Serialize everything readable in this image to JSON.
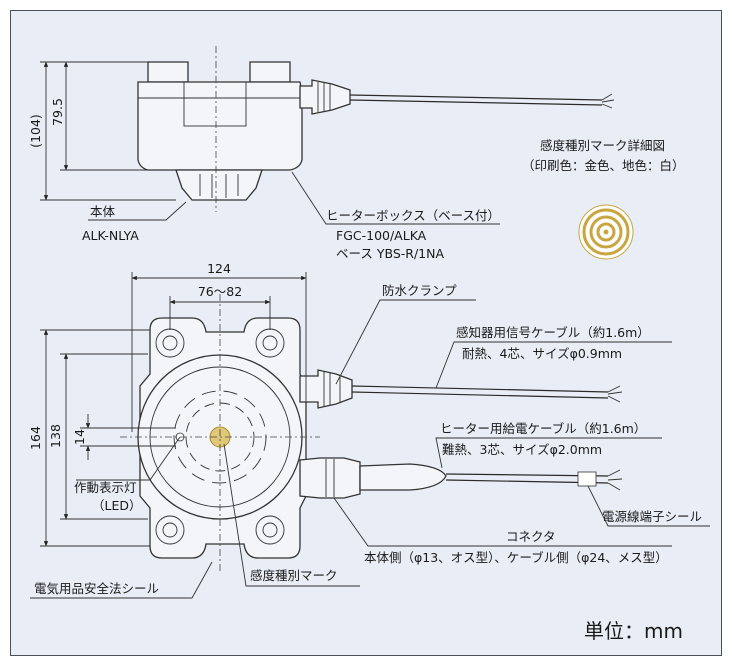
{
  "side_view": {
    "dim_overall": "(104)",
    "dim_body": "79.5",
    "label_body": "本体",
    "label_body_model": "ALK-NLYA",
    "label_heater_box": "ヒーターボックス（ベース付）",
    "label_heater_model1": "FGC-100/ALKA",
    "label_heater_model2": "ベース YBS-R/1NA"
  },
  "mark_detail": {
    "title": "感度種別マーク詳細図",
    "subtitle": "（印刷色：金色、地色：白）",
    "colors": {
      "gold": "#c9a640",
      "ground": "#ffffff"
    }
  },
  "top_view": {
    "dim_width": "124",
    "dim_hole_pitch": "76〜82",
    "dim_height": "164",
    "dim_inner": "138",
    "dim_small": "14",
    "label_clamp": "防水クランプ",
    "label_signal_cable": "感知器用信号ケーブル（約1.6m）",
    "label_signal_cable_spec": "耐熱、4芯、サイズφ0.9mm",
    "label_heater_cable": "ヒーター用給電ケーブル（約1.6m）",
    "label_heater_cable_spec": "難熱、3芯、サイズφ2.0mm",
    "label_power_seal": "電源線端子シール",
    "label_connector": "コネクタ",
    "label_connector_spec": "本体側（φ13、オス型）、ケーブル側（φ24、メス型）",
    "label_led": "作動表示灯",
    "label_led_sub": "（LED）",
    "label_sensitivity_mark": "感度種別マーク",
    "label_safety_seal": "電気用品安全法シール"
  },
  "unit_label": "単位：mm"
}
